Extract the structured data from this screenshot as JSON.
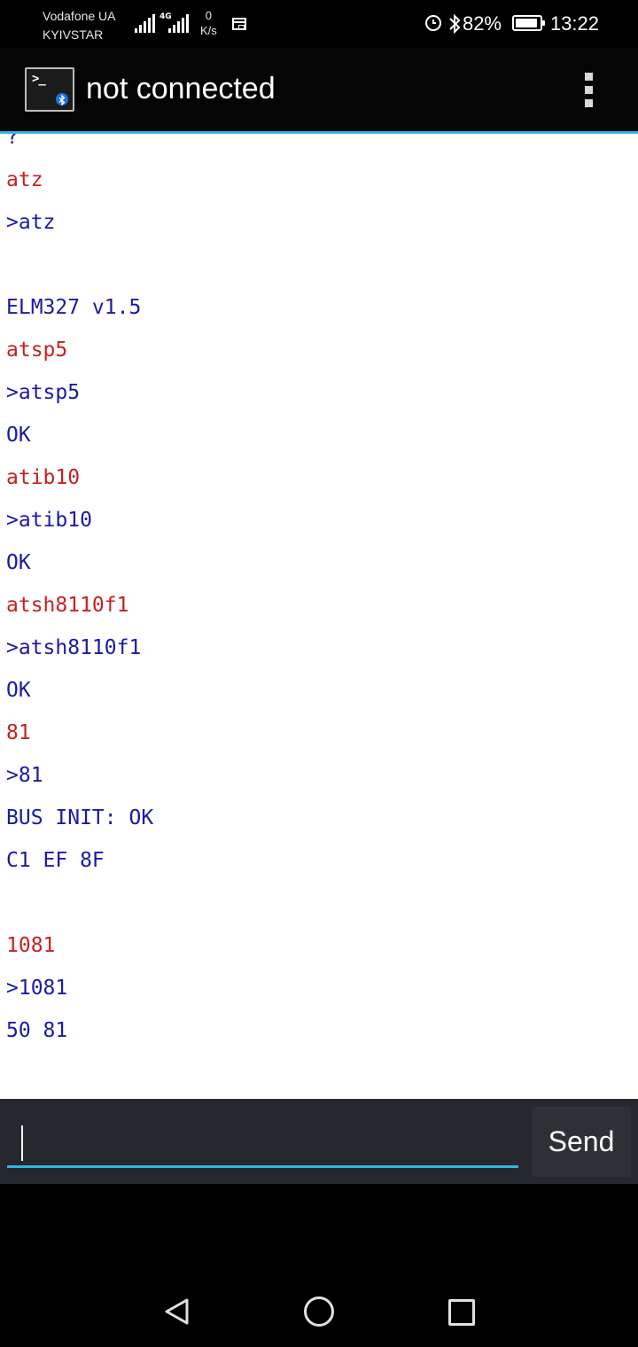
{
  "status_bar": {
    "carrier_1": "Vodafone UA",
    "carrier_2": "KYIVSTAR",
    "network_badge": "4G",
    "speed_value": "0",
    "speed_unit": "K/s",
    "battery": "82%",
    "battery_level": 0.82,
    "time": "13:22"
  },
  "action_bar": {
    "title": "not connected",
    "app_icon": "terminal-bluetooth-icon",
    "menu_icon": "overflow-menu-icon"
  },
  "terminal": {
    "colors": {
      "sent": "#c62121",
      "received": "#1a1aa6"
    },
    "lines": [
      {
        "text": "?",
        "kind": "received"
      },
      {
        "text": "atz",
        "kind": "sent"
      },
      {
        "text": ">atz",
        "kind": "received"
      },
      {
        "text": "",
        "kind": "received"
      },
      {
        "text": "ELM327 v1.5",
        "kind": "received"
      },
      {
        "text": "atsp5",
        "kind": "sent"
      },
      {
        "text": ">atsp5",
        "kind": "received"
      },
      {
        "text": "OK",
        "kind": "received"
      },
      {
        "text": "atib10",
        "kind": "sent"
      },
      {
        "text": ">atib10",
        "kind": "received"
      },
      {
        "text": "OK",
        "kind": "received"
      },
      {
        "text": "atsh8110f1",
        "kind": "sent"
      },
      {
        "text": ">atsh8110f1",
        "kind": "received"
      },
      {
        "text": "OK",
        "kind": "received"
      },
      {
        "text": "81",
        "kind": "sent"
      },
      {
        "text": ">81",
        "kind": "received"
      },
      {
        "text": "BUS INIT: OK",
        "kind": "received"
      },
      {
        "text": "C1 EF 8F",
        "kind": "received"
      },
      {
        "text": "",
        "kind": "received"
      },
      {
        "text": "1081",
        "kind": "sent"
      },
      {
        "text": ">1081",
        "kind": "received"
      },
      {
        "text": "50 81",
        "kind": "received"
      }
    ]
  },
  "input": {
    "value": "",
    "placeholder": "",
    "send_label": "Send"
  },
  "nav_bar": {
    "back_icon": "back-icon",
    "home_icon": "home-icon",
    "recent_icon": "recent-apps-icon"
  }
}
